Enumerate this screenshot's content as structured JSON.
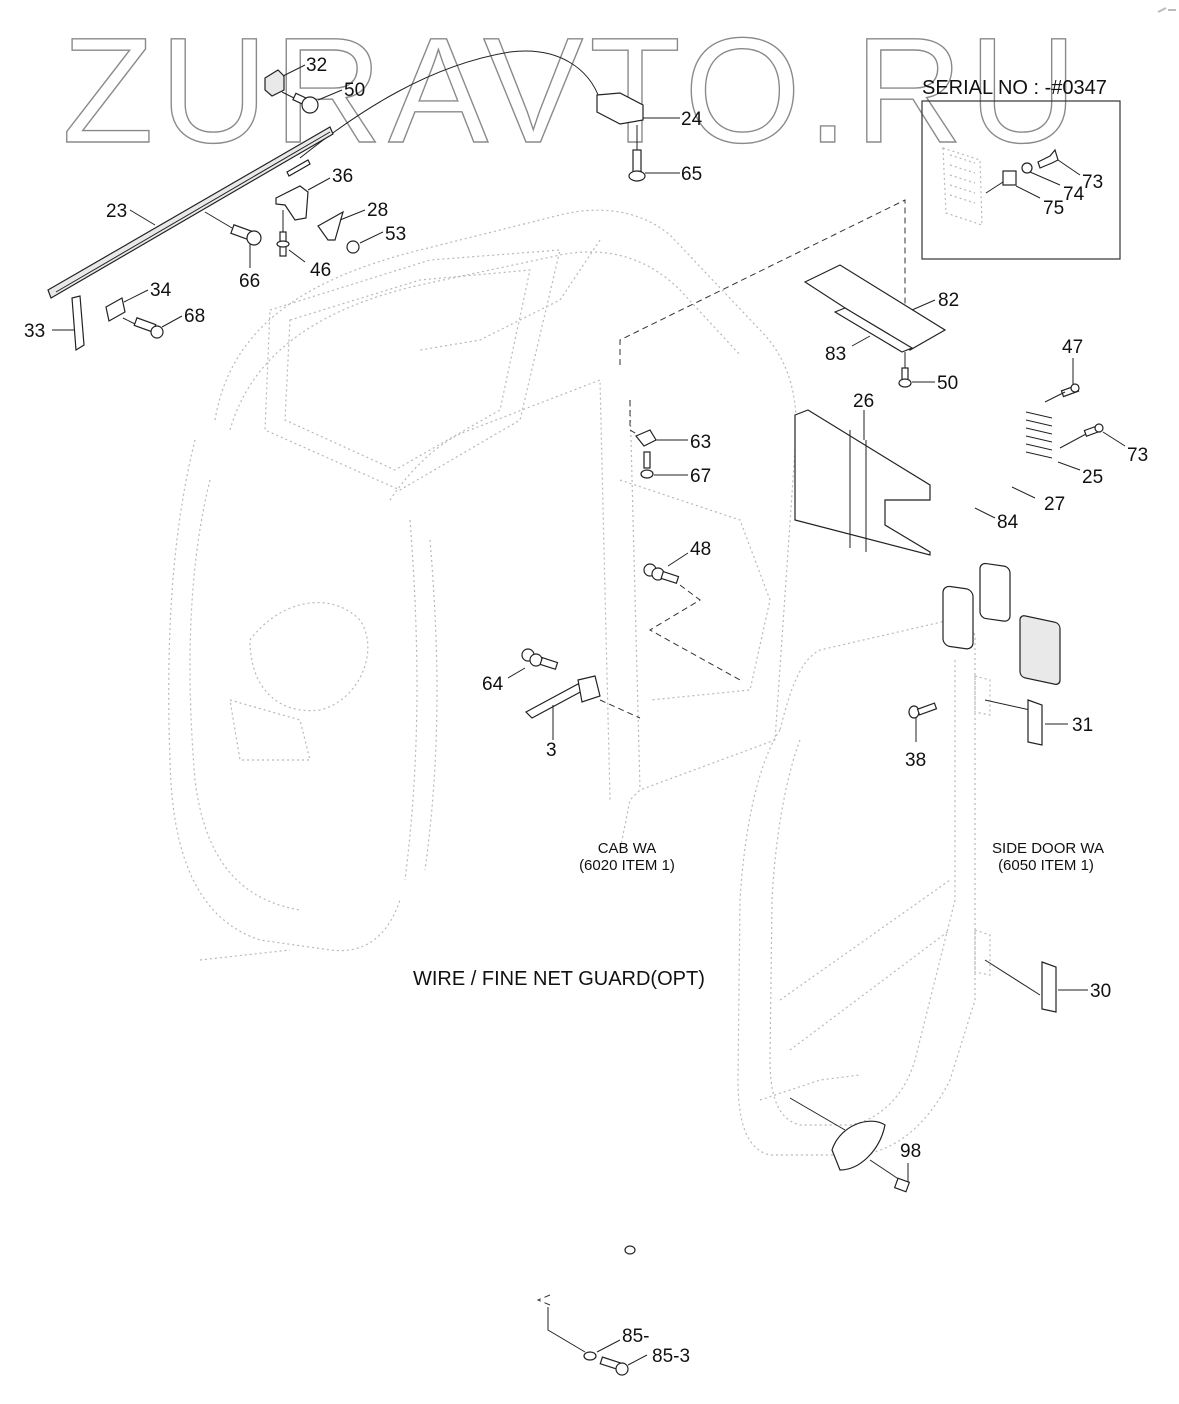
{
  "diagram": {
    "watermark": "ZURAVTO.RU",
    "serial_note": "SERIAL NO : -#0347",
    "title": "WIRE / FINE NET GUARD(OPT)",
    "assembly_notes": [
      {
        "id": "cab",
        "line1": "CAB WA",
        "line2": "(6020 ITEM 1)"
      },
      {
        "id": "side-door",
        "line1": "SIDE DOOR WA",
        "line2": "(6050 ITEM 1)"
      }
    ],
    "inset_part_labels": [
      "73",
      "74",
      "75"
    ],
    "part_labels": {
      "p32": "32",
      "p50a": "50",
      "p24": "24",
      "p65": "65",
      "p36": "36",
      "p23": "23",
      "p28": "28",
      "p53": "53",
      "p66": "66",
      "p46": "46",
      "p34": "34",
      "p68": "68",
      "p33": "33",
      "p82": "82",
      "p83": "83",
      "p50b": "50",
      "p47": "47",
      "p26": "26",
      "p63": "63",
      "p67": "67",
      "p73": "73",
      "p25": "25",
      "p27": "27",
      "p84": "84",
      "p48": "48",
      "p64": "64",
      "p3": "3",
      "p31": "31",
      "p38": "38",
      "p30": "30",
      "p98": "98",
      "p85": "85-",
      "p853": "85-3"
    }
  }
}
